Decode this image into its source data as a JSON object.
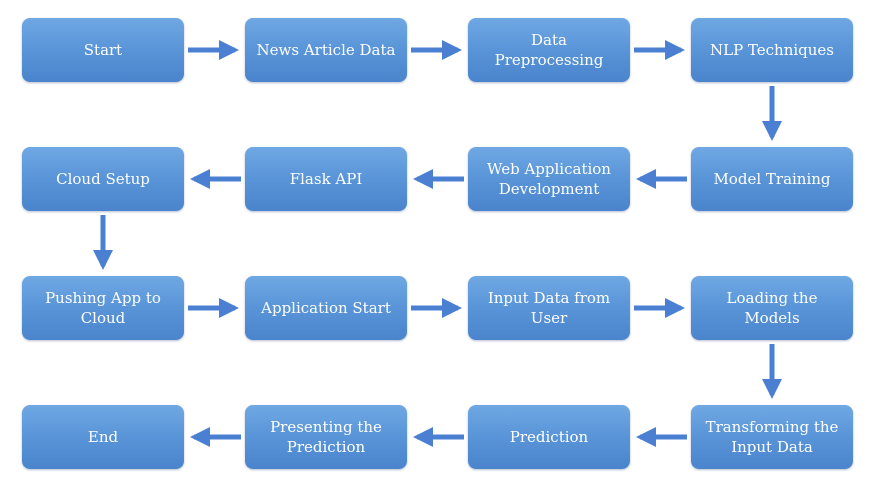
{
  "accent_color": "#4a7fd1",
  "nodes": [
    {
      "label": "Start"
    },
    {
      "label": "News Article Data"
    },
    {
      "label": "Data Preprocessing"
    },
    {
      "label": "NLP Techniques"
    },
    {
      "label": "Model Training"
    },
    {
      "label": "Web Application Development"
    },
    {
      "label": "Flask API"
    },
    {
      "label": "Cloud Setup"
    },
    {
      "label": "Pushing App to Cloud"
    },
    {
      "label": "Application Start"
    },
    {
      "label": "Input Data from User"
    },
    {
      "label": "Loading the Models"
    },
    {
      "label": "Transforming the Input Data"
    },
    {
      "label": "Prediction"
    },
    {
      "label": "Presenting the Prediction"
    },
    {
      "label": "End"
    }
  ],
  "edges": [
    {
      "from": "Start",
      "to": "News Article Data"
    },
    {
      "from": "News Article Data",
      "to": "Data Preprocessing"
    },
    {
      "from": "Data Preprocessing",
      "to": "NLP Techniques"
    },
    {
      "from": "NLP Techniques",
      "to": "Model Training"
    },
    {
      "from": "Model Training",
      "to": "Web Application Development"
    },
    {
      "from": "Web Application Development",
      "to": "Flask API"
    },
    {
      "from": "Flask API",
      "to": "Cloud Setup"
    },
    {
      "from": "Cloud Setup",
      "to": "Pushing App to Cloud"
    },
    {
      "from": "Pushing App to Cloud",
      "to": "Application Start"
    },
    {
      "from": "Application Start",
      "to": "Input Data from User"
    },
    {
      "from": "Input Data from User",
      "to": "Loading the Models"
    },
    {
      "from": "Loading the Models",
      "to": "Transforming the Input Data"
    },
    {
      "from": "Transforming the Input Data",
      "to": "Prediction"
    },
    {
      "from": "Prediction",
      "to": "Presenting the Prediction"
    },
    {
      "from": "Presenting the Prediction",
      "to": "End"
    }
  ]
}
